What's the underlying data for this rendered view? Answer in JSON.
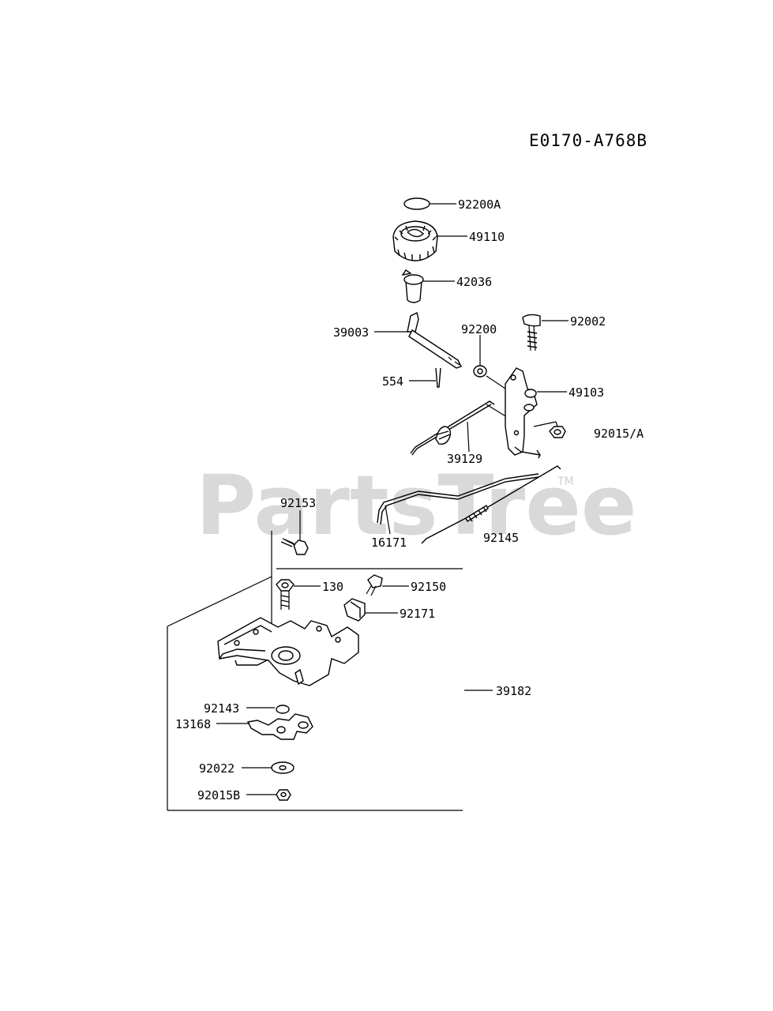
{
  "diagram": {
    "code": "E0170-A768B",
    "watermark": "PartsTree",
    "trademark": "TM",
    "parts": {
      "p92200A": "92200A",
      "p49110": "49110",
      "p42036": "42036",
      "p39003": "39003",
      "p92200": "92200",
      "p92002": "92002",
      "p554": "554",
      "p49103": "49103",
      "p92015A": "92015/A",
      "p39129": "39129",
      "p92153": "92153",
      "p16171": "16171",
      "p92145": "92145",
      "p130": "130",
      "p92150": "92150",
      "p92171": "92171",
      "p39182": "39182",
      "p92143": "92143",
      "p13168": "13168",
      "p92022": "92022",
      "p92015B": "92015B"
    }
  }
}
